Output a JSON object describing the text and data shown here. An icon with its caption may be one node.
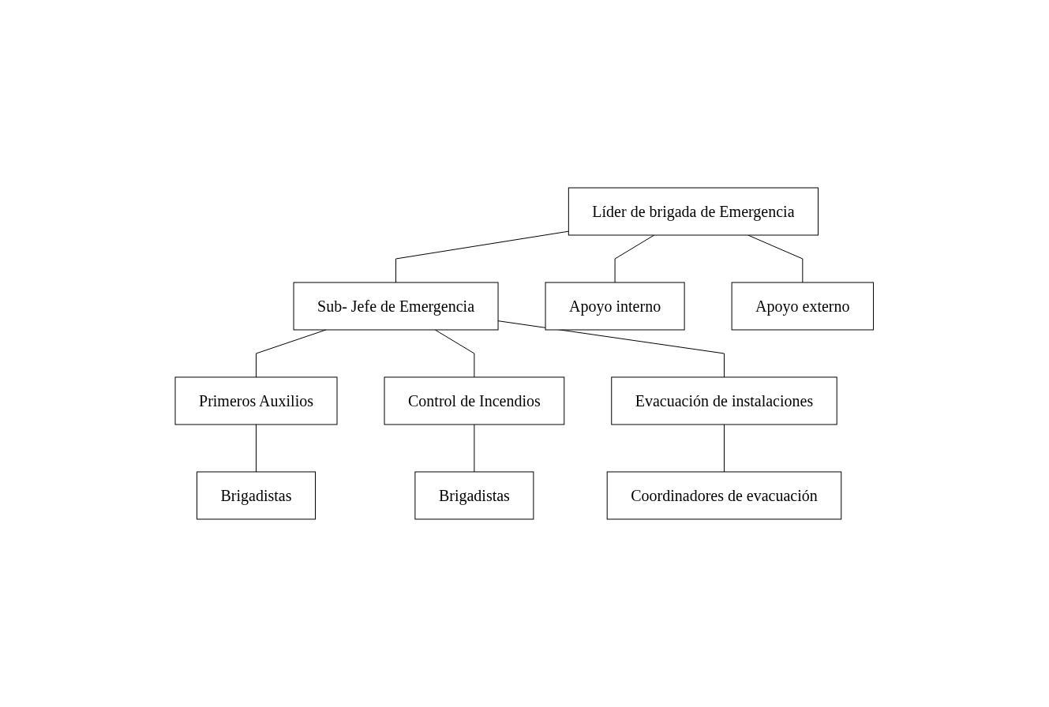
{
  "diagram": {
    "nodes": [
      {
        "text": [
          "Líder de brigada de Emergencia"
        ]
      },
      {
        "text": [
          "Sub- Jefe de Emergencia"
        ]
      },
      {
        "text": [
          "Apoyo interno"
        ]
      },
      {
        "text": [
          "Apoyo externo"
        ]
      },
      {
        "text": [
          "Primeros Auxilios"
        ]
      },
      {
        "text": [
          "Brigadistas"
        ]
      },
      {
        "text": [
          "Control de Incendios"
        ]
      },
      {
        "text": [
          "Brigadistas"
        ]
      },
      {
        "text": [
          "Evacuación de instalaciones"
        ]
      },
      {
        "text": [
          "Coordinadores de evacuación"
        ]
      }
    ],
    "edges": [
      {
        "from": 0,
        "to": 1,
        "arrow": "none"
      },
      {
        "from": 0,
        "to": 2,
        "arrow": "none"
      },
      {
        "from": 0,
        "to": 3,
        "arrow": "none"
      },
      {
        "from": 1,
        "to": 4,
        "arrow": "none"
      },
      {
        "from": 1,
        "to": 6,
        "arrow": "none"
      },
      {
        "from": 1,
        "to": 8,
        "arrow": "none"
      },
      {
        "from": 4,
        "to": 5,
        "arrow": "none"
      },
      {
        "from": 6,
        "to": 7,
        "arrow": "none"
      },
      {
        "from": 8,
        "to": 9,
        "arrow": "none"
      }
    ]
  }
}
